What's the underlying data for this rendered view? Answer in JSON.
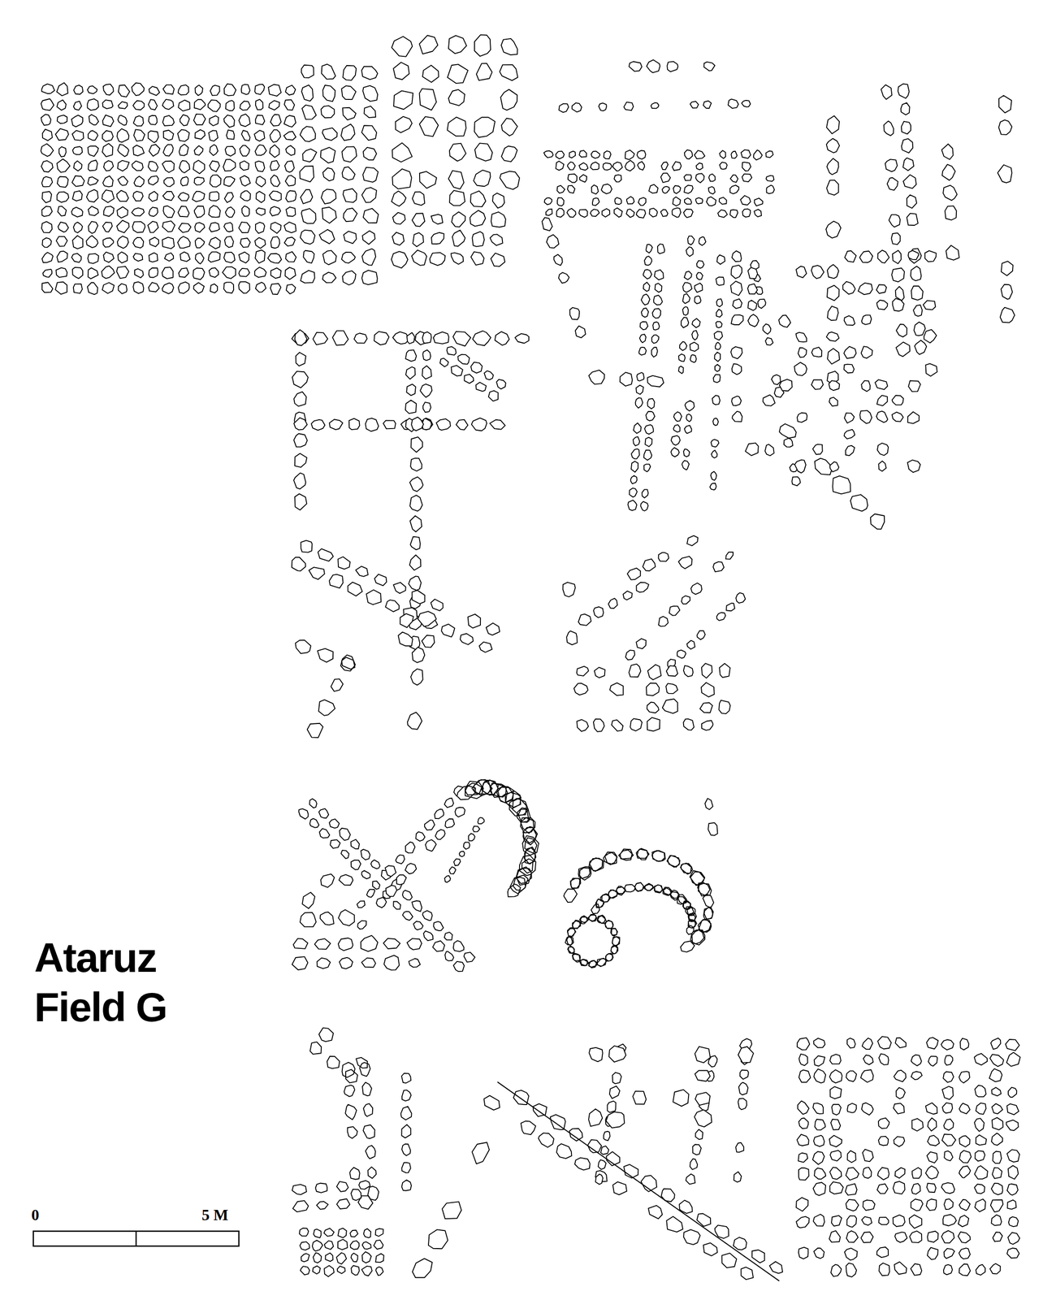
{
  "diagram": {
    "title": "Ataruz Field G",
    "labels": [
      "0",
      "5 M"
    ]
  }
}
